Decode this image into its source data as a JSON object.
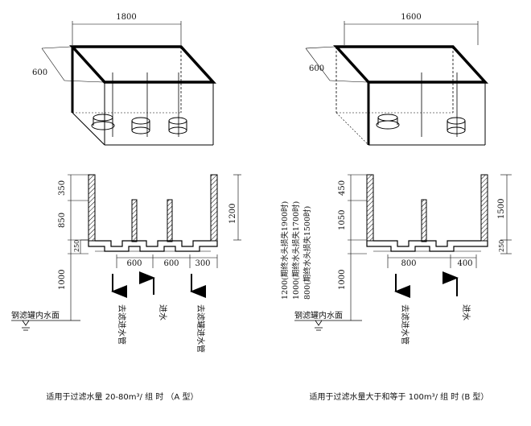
{
  "diagram_a": {
    "box_width": "1800",
    "box_depth": "600",
    "section_dims": [
      "350",
      "850",
      "1200",
      "250",
      "1000"
    ],
    "bottom_spans": [
      "600",
      "600",
      "300"
    ],
    "water_level_label": "钢滤罐内水面",
    "pipe_labels": [
      "去滤进水管",
      "进水",
      "去滤罐进水管"
    ],
    "caption": "适用于过滤水量 20-80m³/ 组 时 （A 型）"
  },
  "diagram_b": {
    "box_width": "1600",
    "box_depth": "600",
    "section_dims": [
      "450",
      "1050",
      "1500",
      "250",
      "1000"
    ],
    "bottom_spans": [
      "800",
      "400"
    ],
    "head_loss_notes": [
      "1200(期终水头损失1900时)",
      "1000(期终水头损失1700时)",
      "800(期终水头损失1500时)"
    ],
    "water_level_label": "钢滤罐内水面",
    "pipe_labels": [
      "去滤进水管",
      "进水"
    ],
    "caption": "适用于过滤水量大于和等于 100m³/ 组 时 (B 型）"
  }
}
